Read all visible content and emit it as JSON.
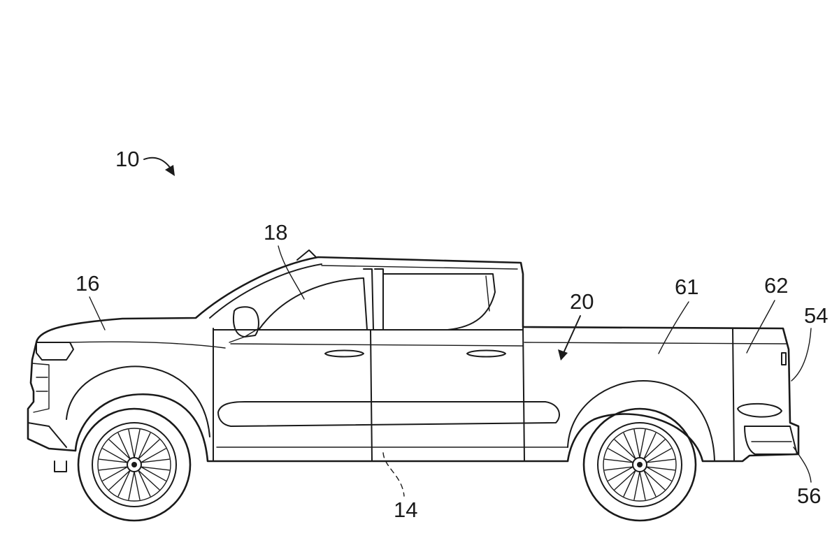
{
  "figure": {
    "reference_numerals": {
      "vehicle": "10",
      "ground_reference": "14",
      "front_end": "16",
      "cabin": "18",
      "bed": "20",
      "tailgate": "54",
      "rear_bumper": "56",
      "bed_side_wall": "61",
      "bed_rear_panel": "62"
    }
  }
}
